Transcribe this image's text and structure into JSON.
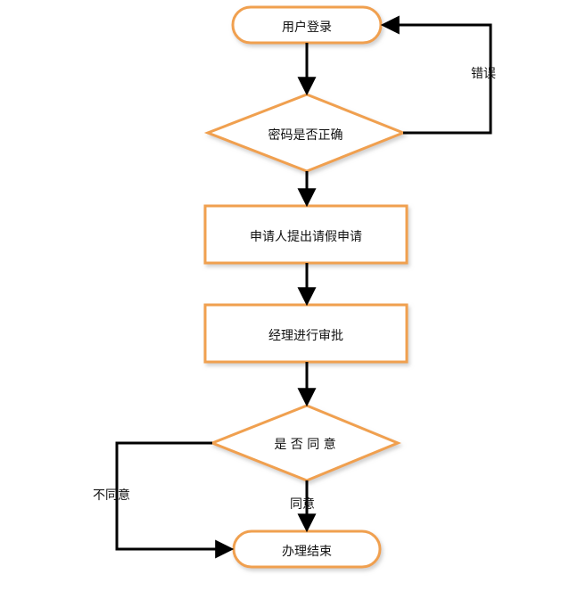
{
  "nodes": {
    "login": "用户登录",
    "password_check": "密码是否正确",
    "apply": "申请人提出请假申请",
    "manager_review": "经理进行审批",
    "agree_check": "是 否 同 意",
    "end": "办理结束"
  },
  "edges": {
    "error": "错误",
    "agree": "同意",
    "disagree": "不同意"
  },
  "colors": {
    "node_border": "#f0a050",
    "line": "#000000",
    "shadow": "#cfcfcf"
  }
}
